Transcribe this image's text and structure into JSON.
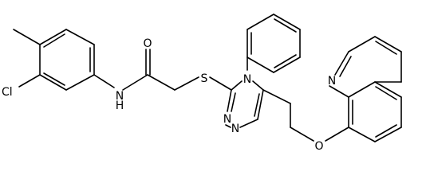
{
  "molecule": {
    "atoms": {
      "cl": "Cl",
      "amide_nh": "N",
      "amide_h": "H",
      "carbonyl_o": "O",
      "thioether_s": "S",
      "triazole_n4": "N",
      "triazole_n1": "N",
      "triazole_n2": "N",
      "ether_o": "O",
      "quinoline_n": "N"
    }
  },
  "colors": {
    "bond": "#000000",
    "label": "#000000",
    "background": "#ffffff"
  }
}
